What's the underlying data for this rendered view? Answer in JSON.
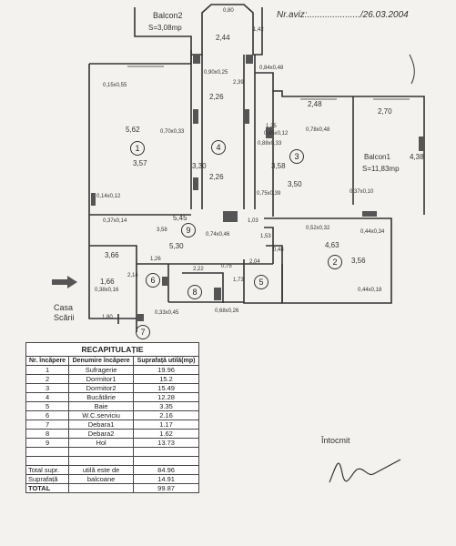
{
  "header": {
    "balcon2_label": "Balcon2",
    "balcon2_area": "S=3,08mp",
    "nr_aviz": "Nr.aviz:...................../26.03.2004"
  },
  "dimensions": {
    "d_080": "0,80",
    "d_244": "2,44",
    "d_142": "1,42",
    "d_090x025": "0,90x0,25",
    "d_239": "2,39",
    "d_226a": "2,26",
    "d_084x048": "0,84x0,48",
    "d_248": "2,48",
    "d_270": "2,70",
    "d_015x055": "0,15x0,55",
    "d_562": "5,62",
    "d_357": "3,57",
    "d_070x033": "0,70x0,33",
    "d_125": "1,25",
    "d_045x012": "0,45x0,12",
    "d_078x048": "0,78x0,48",
    "d_088x033": "0,88x0,33",
    "d_358a": "3,58",
    "d_350": "3,50",
    "d_330": "3,30",
    "d_226b": "2,26",
    "balcon1_label": "Balcon1",
    "balcon1_area": "S=11,83mp",
    "d_438": "4,38",
    "d_075x039": "0,75x0,39",
    "d_037x010": "0,37x0,10",
    "d_014x012": "0,14x0,12",
    "d_037x014": "0,37x0,14",
    "d_545": "5,45",
    "d_103": "1,03",
    "d_052x032": "0,52x0,32",
    "d_358b": "3,58",
    "d_074x046": "0,74x0,46",
    "d_530": "5,30",
    "d_463": "4,63",
    "d_044x034": "0,44x0,34",
    "d_366": "3,66",
    "d_153": "1,53",
    "d_048": "0,48",
    "d_204": "2,04",
    "d_356": "3,56",
    "d_126": "1,26",
    "d_222": "2,22",
    "d_166": "1,66",
    "d_214": "2,14",
    "d_038x016": "0,38x0,16",
    "d_173": "1,73",
    "d_044x018": "0,44x0,18",
    "d_033x045": "0,33x0,45",
    "d_068x026": "0,68x0,26",
    "d_180": "1,80",
    "d_075": "0,75"
  },
  "labels": {
    "casa": "Casa",
    "scarii": "Scării"
  },
  "rooms": [
    "1",
    "2",
    "3",
    "4",
    "5",
    "6",
    "7",
    "8",
    "9"
  ],
  "recap": {
    "title": "RECAPITULAȚIE",
    "col_nr": "Nr. încăpere",
    "col_name": "Denumire încăpere",
    "col_area": "Suprafață utilă(mp)",
    "rows": [
      {
        "nr": "1",
        "name": "Sufragerie",
        "area": "19.96"
      },
      {
        "nr": "2",
        "name": "Dormitor1",
        "area": "15.2"
      },
      {
        "nr": "3",
        "name": "Dormitor2",
        "area": "15.49"
      },
      {
        "nr": "4",
        "name": "Bucătărie",
        "area": "12.28"
      },
      {
        "nr": "5",
        "name": "Baie",
        "area": "3.35"
      },
      {
        "nr": "6",
        "name": "W.C.serviciu",
        "area": "2.16"
      },
      {
        "nr": "7",
        "name": "Debara1",
        "area": "1.17"
      },
      {
        "nr": "8",
        "name": "Debara2",
        "area": "1.62"
      },
      {
        "nr": "9",
        "name": "Hol",
        "area": "13.73"
      }
    ],
    "total_supr_label": "Total supr.",
    "utila_label": "utilă este de",
    "utila_value": "84.96",
    "suprafata_label": "Suprafață",
    "balcoane_label": "balcoane",
    "balcoane_value": "14.91",
    "total_label": "TOTAL",
    "total_value": "99.87"
  },
  "signature": {
    "intocmit": "Întocmit"
  },
  "colors": {
    "wall": "#333333",
    "paper": "#f3f2ee",
    "entrance_arrow": "#555555"
  }
}
